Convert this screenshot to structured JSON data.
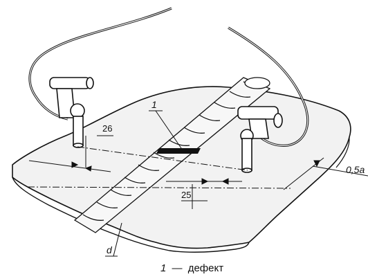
{
  "figure": {
    "labels": {
      "defect_marker": "1",
      "dim_left": "26",
      "dim_bottom": "25",
      "dim_right": "0,5a",
      "weld_label": "d"
    },
    "caption": {
      "number": "1",
      "separator": "—",
      "text": "дефект"
    }
  }
}
